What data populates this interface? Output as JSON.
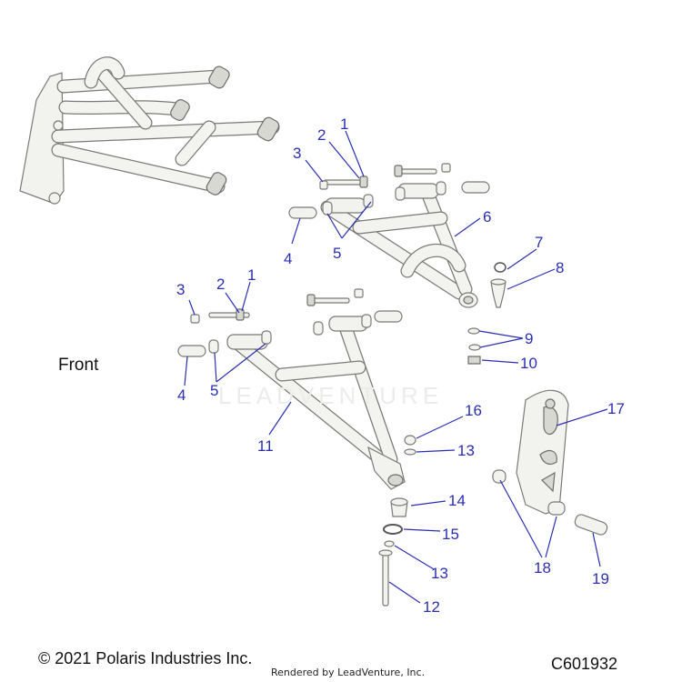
{
  "front_label": "Front",
  "watermark": "LEADVENTURE",
  "copyright": "© 2021 Polaris Industries Inc.",
  "diagram_code": "C601932",
  "rendered_by": "Rendered by LeadVenture, Inc.",
  "callouts": [
    "1",
    "2",
    "3",
    "4",
    "5",
    "6",
    "7",
    "8",
    "9",
    "10",
    "11",
    "12",
    "13",
    "14",
    "15",
    "16",
    "17",
    "18",
    "19"
  ],
  "colors": {
    "callout": "#2a2fb0",
    "part_fill": "#f2f2ee",
    "part_stroke": "#7a7a76"
  }
}
